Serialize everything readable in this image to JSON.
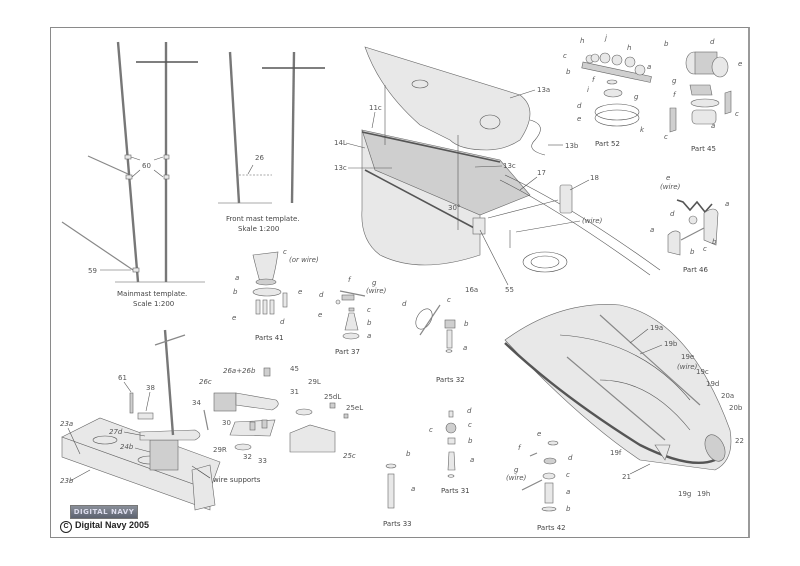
{
  "sheet": {
    "copyright": "Digital Navy 2005",
    "copyright_symbol": "C",
    "logo_text": "DIGITAL NAVY",
    "border_color": "#8a8a8a"
  },
  "mainmast": {
    "caption_line1": "Mainmast template.",
    "caption_line2": "Scale 1:200",
    "labels": {
      "p60": "60",
      "p59": "59"
    }
  },
  "foremast": {
    "caption_line1": "Front mast template.",
    "caption_line2": "Skale 1:200",
    "labels": {
      "p26": "26"
    }
  },
  "bow": {
    "labels": {
      "p13a": "13a",
      "p13b": "13b",
      "p11c": "11c",
      "p14L": "14L",
      "p13c_left": "13c",
      "p13c_right": "13c",
      "p17": "17",
      "p18": "18",
      "wire": "(wire)",
      "angle": "30°",
      "p16a": "16a",
      "p55": "55"
    }
  },
  "part52": {
    "caption": "Part 52",
    "labels": [
      "h",
      "j",
      "h",
      "c",
      "b",
      "a",
      "f",
      "i",
      "g",
      "d",
      "e",
      "k"
    ]
  },
  "part45": {
    "caption": "Part 45",
    "labels": [
      "b",
      "d",
      "e",
      "g",
      "f",
      "c",
      "a",
      "c"
    ]
  },
  "part46": {
    "caption": "Part 46",
    "labels": {
      "e": "e",
      "wire": "(wire)",
      "d": "d",
      "a1": "a",
      "a2": "a",
      "b1": "b",
      "b2": "b",
      "c": "c"
    }
  },
  "part41": {
    "caption": "Parts 41",
    "labels": {
      "c": "c",
      "or_wire": "(or wire)",
      "a": "a",
      "b": "b",
      "e1": "e",
      "e2": "e",
      "d": "d"
    }
  },
  "part37": {
    "caption": "Part 37",
    "labels": {
      "f": "f",
      "g": "g",
      "wire": "(wire)",
      "d": "d",
      "e": "e",
      "c": "c",
      "b": "b",
      "a": "a"
    }
  },
  "part32": {
    "caption": "Parts 32",
    "labels": {
      "d": "d",
      "c": "c",
      "b": "b",
      "a": "a"
    }
  },
  "superstructure": {
    "labels": {
      "p61": "61",
      "p38": "38",
      "p26c": "26c",
      "p26ab": "26a+26b",
      "p45": "45",
      "p34": "34",
      "p30": "30",
      "p31": "31",
      "p29L": "29L",
      "p25dL": "25dL",
      "p25eL": "25eL",
      "p23a": "23a",
      "p27d": "27d",
      "p24b": "24b",
      "p29R": "29R",
      "p32": "32",
      "p33": "33",
      "p25c": "25c",
      "p23b": "23b",
      "wire_supports": "wire supports"
    }
  },
  "part33": {
    "caption": "Parts 33",
    "labels": {
      "b": "b",
      "a": "a"
    }
  },
  "part31": {
    "caption": "Parts 31",
    "labels": {
      "d": "d",
      "c1": "c",
      "c2": "c",
      "b": "b",
      "a": "a"
    }
  },
  "part42": {
    "caption": "Parts 42",
    "labels": {
      "e": "e",
      "f": "f",
      "d": "d",
      "c": "c",
      "g": "g",
      "wire": "(wire)",
      "a": "a",
      "b": "b"
    }
  },
  "stern": {
    "labels": {
      "p19a": "19a",
      "p19b": "19b",
      "p19e": "19e",
      "wire": "(wire)",
      "p19c": "19c",
      "p19d": "19d",
      "p20a": "20a",
      "p20b": "20b",
      "p22": "22",
      "p19f": "19f",
      "p21": "21",
      "p19g": "19g",
      "p19h": "19h"
    }
  }
}
